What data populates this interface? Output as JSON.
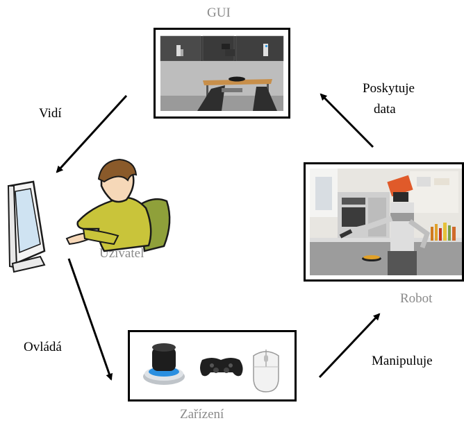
{
  "labels": {
    "gui": "GUI",
    "vidi": "Vidí",
    "poskytuje_line1": "Poskytuje",
    "poskytuje_line2": "data",
    "uzivatel": "Uživatel",
    "robot": "Robot",
    "ovlada": "Ovládá",
    "manipuluje": "Manipuluje",
    "zarizeni": "Zařízení"
  },
  "icons": [
    "monitor-icon",
    "user-icon",
    "3d-mouse-icon",
    "gamepad-icon",
    "mouse-icon",
    "robot-photo",
    "gui-screenshot"
  ],
  "colors": {
    "label_grey": "#8a8a8a",
    "shirt": "#c9c43a",
    "chair": "#8fa03a"
  }
}
